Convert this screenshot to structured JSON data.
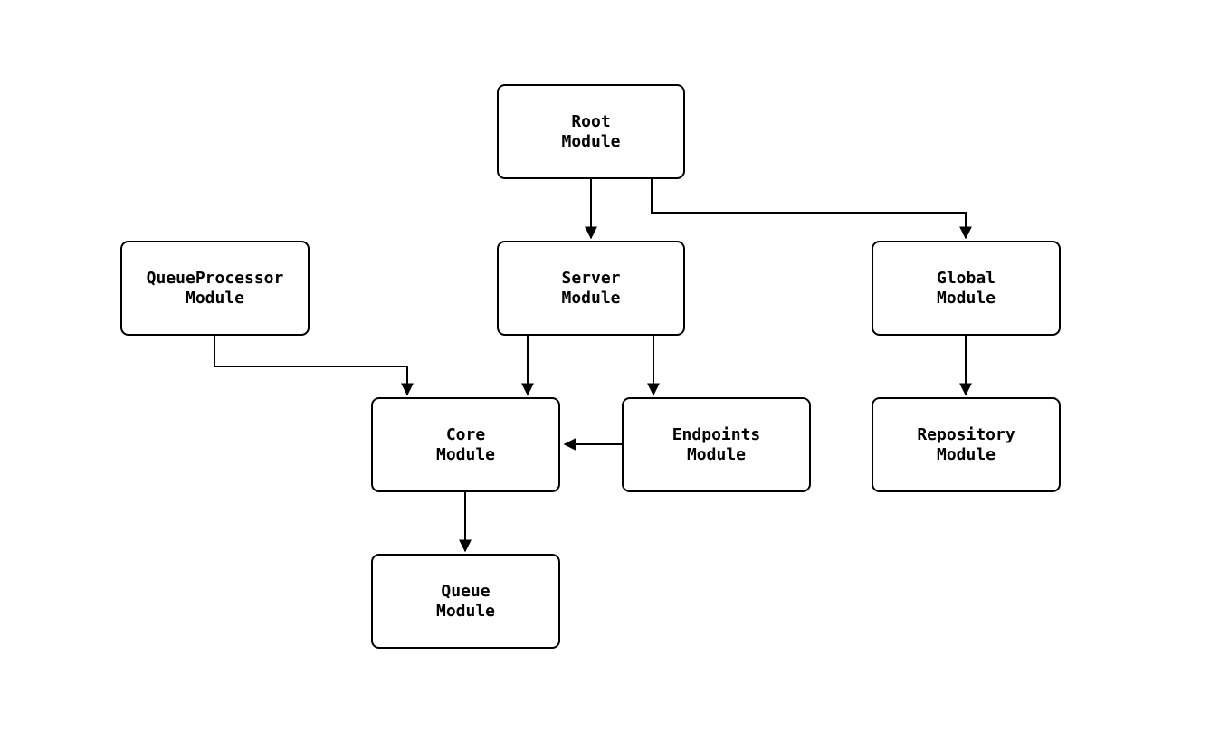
{
  "diagram": {
    "type": "flowchart",
    "background_color": "#ffffff",
    "node_border_color": "#000000",
    "node_fill_color": "#ffffff",
    "node_text_color": "#000000",
    "edge_color": "#000000",
    "nodes": {
      "root": {
        "label": "Root\nModule"
      },
      "server": {
        "label": "Server\nModule"
      },
      "global": {
        "label": "Global\nModule"
      },
      "queueprocessor": {
        "label": "QueueProcessor\nModule"
      },
      "core": {
        "label": "Core\nModule"
      },
      "endpoints": {
        "label": "Endpoints\nModule"
      },
      "repository": {
        "label": "Repository\nModule"
      },
      "queue": {
        "label": "Queue\nModule"
      }
    },
    "edges": [
      {
        "from": "Root Module",
        "to": "Server Module"
      },
      {
        "from": "Root Module",
        "to": "Global Module"
      },
      {
        "from": "QueueProcessor Module",
        "to": "Core Module"
      },
      {
        "from": "Server Module",
        "to": "Core Module"
      },
      {
        "from": "Server Module",
        "to": "Endpoints Module"
      },
      {
        "from": "Endpoints Module",
        "to": "Core Module"
      },
      {
        "from": "Global Module",
        "to": "Repository Module"
      },
      {
        "from": "Core Module",
        "to": "Queue Module"
      }
    ]
  }
}
